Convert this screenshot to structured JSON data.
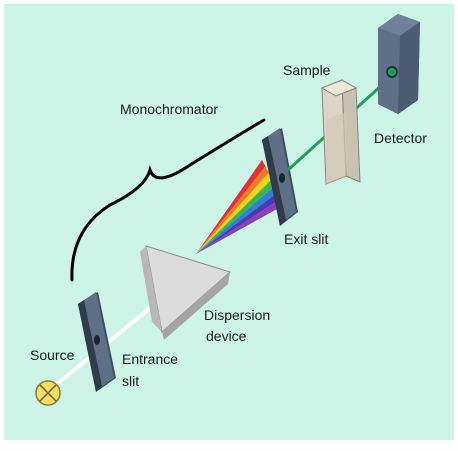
{
  "colors": {
    "background": "#ccf5e8",
    "slit_face": "#5e6f86",
    "slit_edge": "#3f4d60",
    "green_beam": "#1f9e55",
    "bracket": "#000000",
    "source_fill": "#f4e06a"
  },
  "labels": {
    "monochromator": "Monochromator",
    "sample": "Sample",
    "detector": "Detector",
    "exit_slit": "Exit slit",
    "dispersion_line1": "Dispersion",
    "dispersion_line2": "device",
    "source": "Source",
    "entrance_line1": "Entrance",
    "entrance_line2": "slit"
  },
  "spectrum_colors": [
    "#e0303a",
    "#f07a24",
    "#f2d21e",
    "#3fb44a",
    "#2f7fd8",
    "#4a3bb0",
    "#8a3fb8"
  ]
}
